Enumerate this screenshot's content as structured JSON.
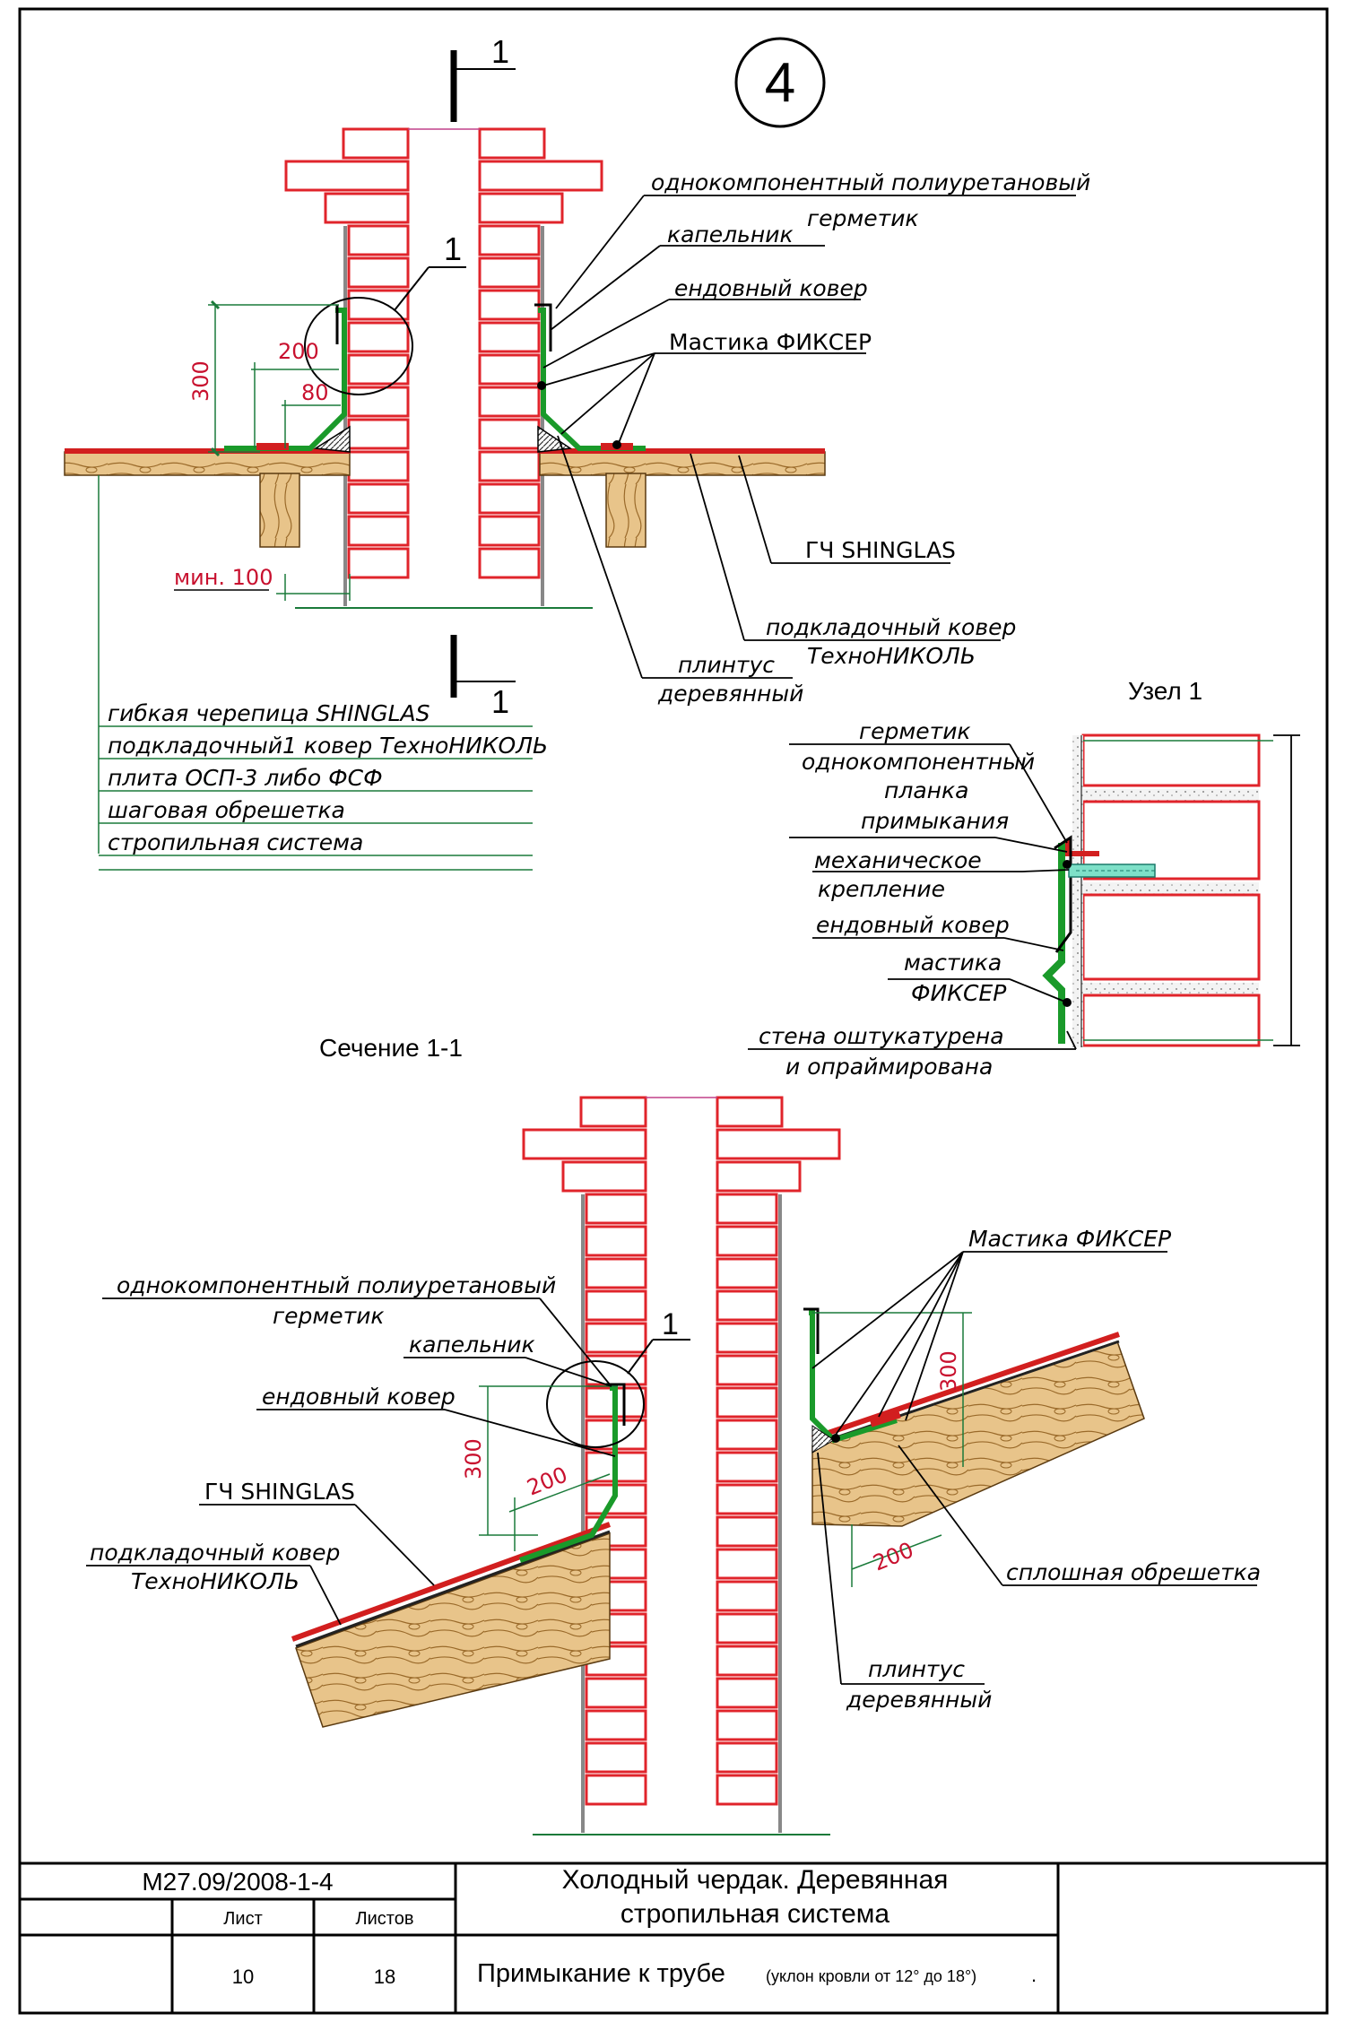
{
  "node_number": "4",
  "section_mark": "1",
  "plan": {
    "labels": {
      "sealant_1": "однокомпонентный полиуретановый",
      "sealant_2": "герметик",
      "drip": "капельник",
      "valley": "ендовный ковер",
      "mastic": "Мастика ФИКСЕР",
      "shingles": "ГЧ SHINGLAS",
      "underlay_1": "подкладочный ковер",
      "underlay_2": "ТехноНИКОЛЬ",
      "plinth_1": "плинтус",
      "plinth_2": "деревянный",
      "callout": "1"
    },
    "dims": {
      "d300": "300",
      "d200": "200",
      "d80": "80",
      "dmin": "мин. 100"
    },
    "layers": [
      "гибкая черепица SHINGLAS",
      "подкладочный1 ковер ТехноНИКОЛЬ",
      "плита ОСП-3 либо ФСФ",
      "шаговая обрешетка",
      "стропильная система"
    ]
  },
  "node1": {
    "title": "Узел 1",
    "labels": [
      "герметик",
      "однокомпонентный",
      "планка",
      "примыкания",
      "механическое",
      "крепление",
      "ендовный ковер",
      "мастика",
      "ФИКСЕР",
      "стена оштукатурена",
      "и опраймирована"
    ]
  },
  "section": {
    "title": "Сечение 1-1",
    "labels": {
      "mastic": "Мастика ФИКСЕР",
      "sealant_1": "однокомпонентный полиуретановый",
      "sealant_2": "герметик",
      "drip": "капельник",
      "valley": "ендовный ковер",
      "shingles": "ГЧ SHINGLAS",
      "underlay_1": "подкладочный ковер",
      "underlay_2": "ТехноНИКОЛЬ",
      "batten": "сплошная обрешетка",
      "plinth_1": "плинтус",
      "plinth_2": "деревянный",
      "callout": "1"
    },
    "dims": {
      "l300": "300",
      "l200": "200",
      "r300": "300",
      "r200": "200"
    }
  },
  "title_block": {
    "code": "М27.09/2008-1-4",
    "sheet_label": "Лист",
    "sheets_label": "Листов",
    "sheet": "10",
    "sheets": "18",
    "title_1": "Холодный чердак. Деревянная",
    "title_2": "стропильная система",
    "subtitle": "Примыкание к трубе",
    "slope": "(уклон кровли от 12° до 18°)",
    "dot": "."
  },
  "colors": {
    "brick": "#e0242b",
    "membrane": "#1a9a2a",
    "wood": "#c89a55",
    "dimension": "#c8102e",
    "leader": "#1a7a3a"
  }
}
